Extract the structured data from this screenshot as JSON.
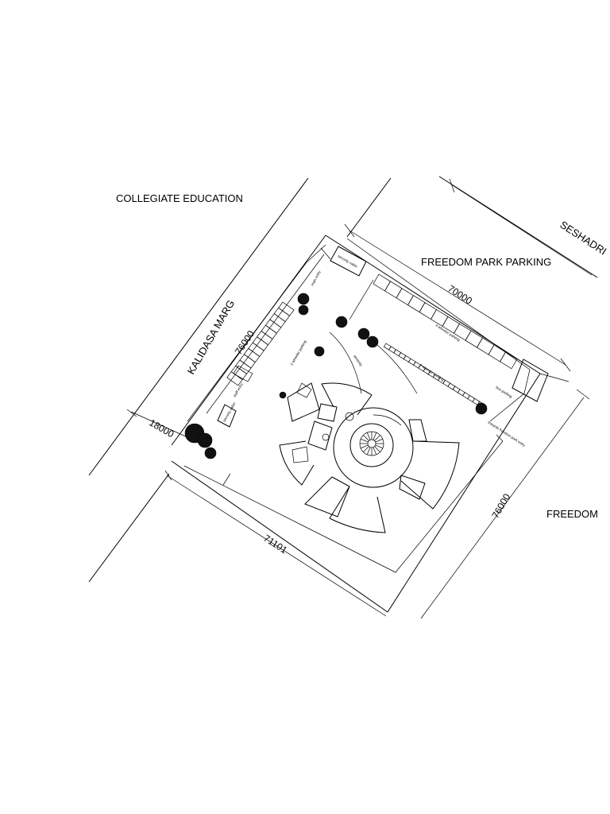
{
  "labels": {
    "collegiate": "COLLEGIATE EDUCATION",
    "kalidasa": "KALIDASA MARG",
    "freedom_park_parking": "FREEDOM PARK PARKING",
    "seshadri": "SESHADRI",
    "freedom": "FREEDOM"
  },
  "dimensions": {
    "top_length": "70000",
    "left_length": "76000",
    "right_length": "76000",
    "bottom_length": "71101",
    "setback": "18000"
  },
  "annotations": {
    "security_cabin_top": "security cabin",
    "main_entry": "main entry",
    "four_wheeler_parking": "4 wheeler parking",
    "two_wheeler_parking": "2 wheeler parking",
    "two_wheeler_parking_b": "2 wheeler parking",
    "staff_entry": "staff entry",
    "security_cabin_left": "security cabin",
    "bus_parking": "bus parking",
    "towards_freedom_park_entry": "towards freedom park entry",
    "amenity": "amenity"
  }
}
